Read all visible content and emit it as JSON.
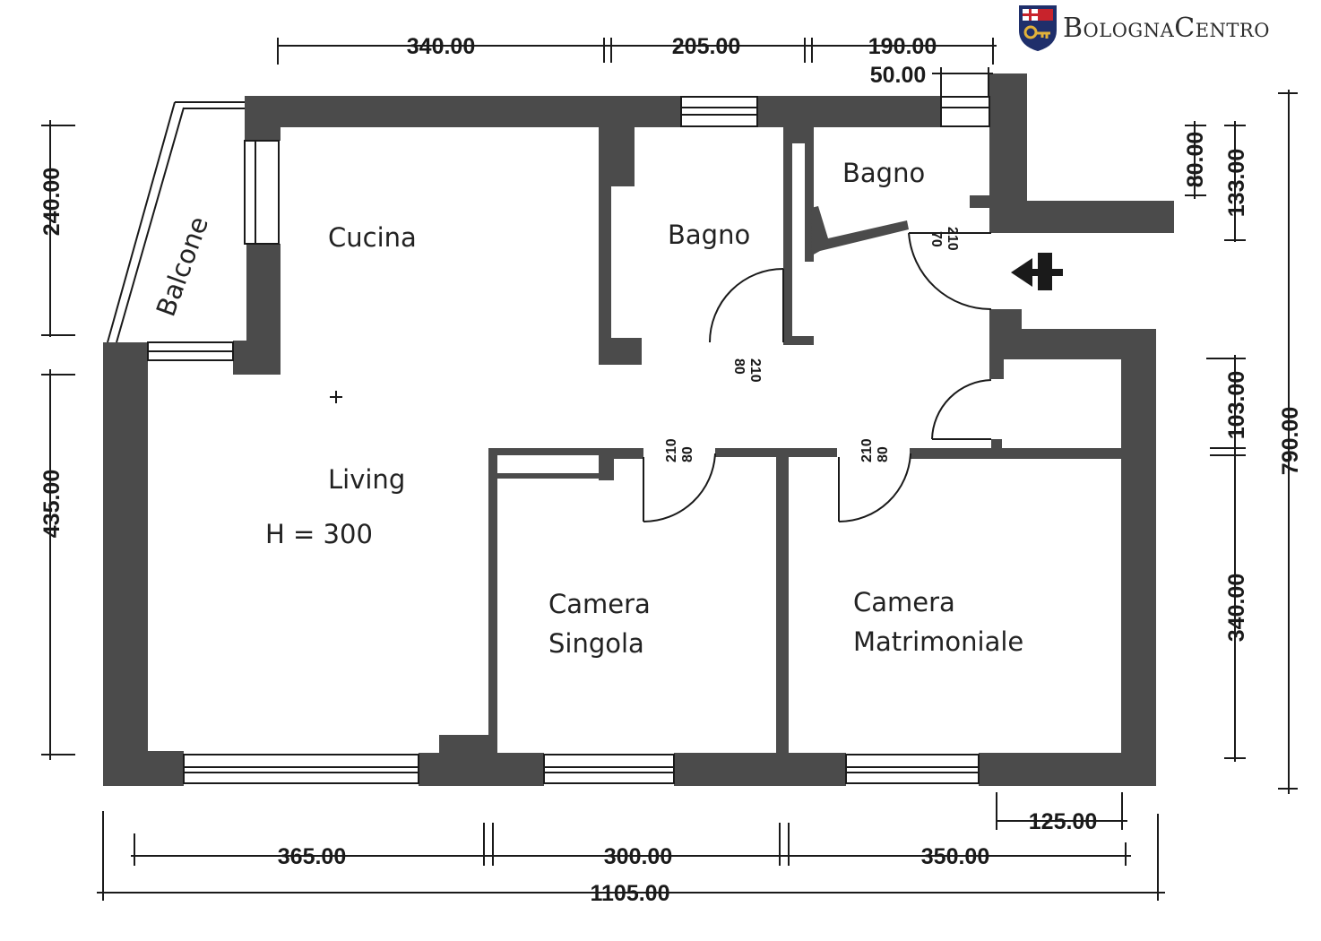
{
  "brand": {
    "name": "BolognaCentro",
    "icon": "shield-key-icon"
  },
  "colors": {
    "wall": "#4b4b4b",
    "line": "#1a1a1a",
    "window": "#ffffff"
  },
  "rooms": {
    "cucina": "Cucina",
    "living": "Living",
    "height": "H = 300",
    "balcone": "Balcone",
    "bagno1": "Bagno",
    "bagno2": "Bagno",
    "camera_singola_1": "Camera",
    "camera_singola_2": "Singola",
    "camera_matrimoniale_1": "Camera",
    "camera_matrimoniale_2": "Matrimoniale"
  },
  "dimensions": {
    "top_1": "340.00",
    "top_2": "205.00",
    "top_3": "190.00",
    "top_4": "50.00",
    "left_1": "240.00",
    "left_2": "435.00",
    "right_1": "80.00",
    "right_2": "133.00",
    "right_3": "103.00",
    "right_4": "340.00",
    "right_total": "790.00",
    "bottom_1": "365.00",
    "bottom_2": "300.00",
    "bottom_3": "350.00",
    "bottom_window": "125.00",
    "bottom_total": "1105.00"
  },
  "doors": {
    "bagno1_h": "210",
    "bagno1_w": "80",
    "bagno2_h": "210",
    "bagno2_w": "70",
    "singola_h": "210",
    "singola_w": "80",
    "matrimoniale_h": "210",
    "matrimoniale_w": "80"
  }
}
